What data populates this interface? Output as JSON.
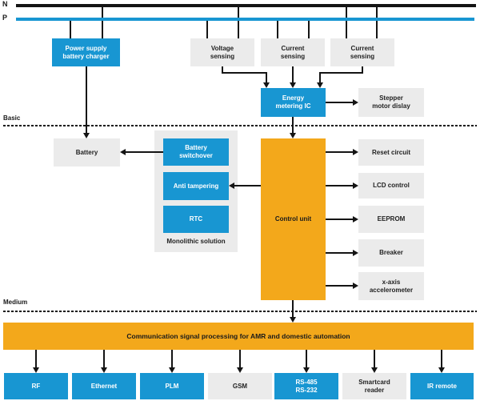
{
  "colors": {
    "blue": "#1896D2",
    "orange": "#F3A81B",
    "box_gray": "#EBEBEB",
    "line": "#141414"
  },
  "bus": {
    "n_label": "N",
    "p_label": "P"
  },
  "sections": {
    "basic_label": "Basic",
    "medium_label": "Medium"
  },
  "boxes": {
    "power_supply": "Power supply\nbattery charger",
    "voltage_sensing": "Voltage\nsensing",
    "current_sensing_1": "Current\nsensing",
    "current_sensing_2": "Current\nsensing",
    "energy_metering_ic": "Energy\nmetering IC",
    "stepper_motor_display": "Stepper\nmotor dislay",
    "battery": "Battery",
    "battery_switchover": "Battery\nswitchover",
    "anti_tampering": "Anti tampering",
    "rtc": "RTC",
    "monolithic_caption": "Monolithic solution",
    "control_unit": "Control unit",
    "reset_circuit": "Reset circuit",
    "lcd_control": "LCD control",
    "eeprom": "EEPROM",
    "breaker": "Breaker",
    "x_axis_accelerometer": "x-axis\naccelerometer",
    "comm_bar": "Communication signal processing for AMR and domestic automation",
    "rf": "RF",
    "ethernet": "Ethernet",
    "plm": "PLM",
    "gsm": "GSM",
    "rs485_rs232": "RS-485\nRS-232",
    "smartcard_reader": "Smartcard\nreader",
    "ir_remote": "IR remote"
  }
}
